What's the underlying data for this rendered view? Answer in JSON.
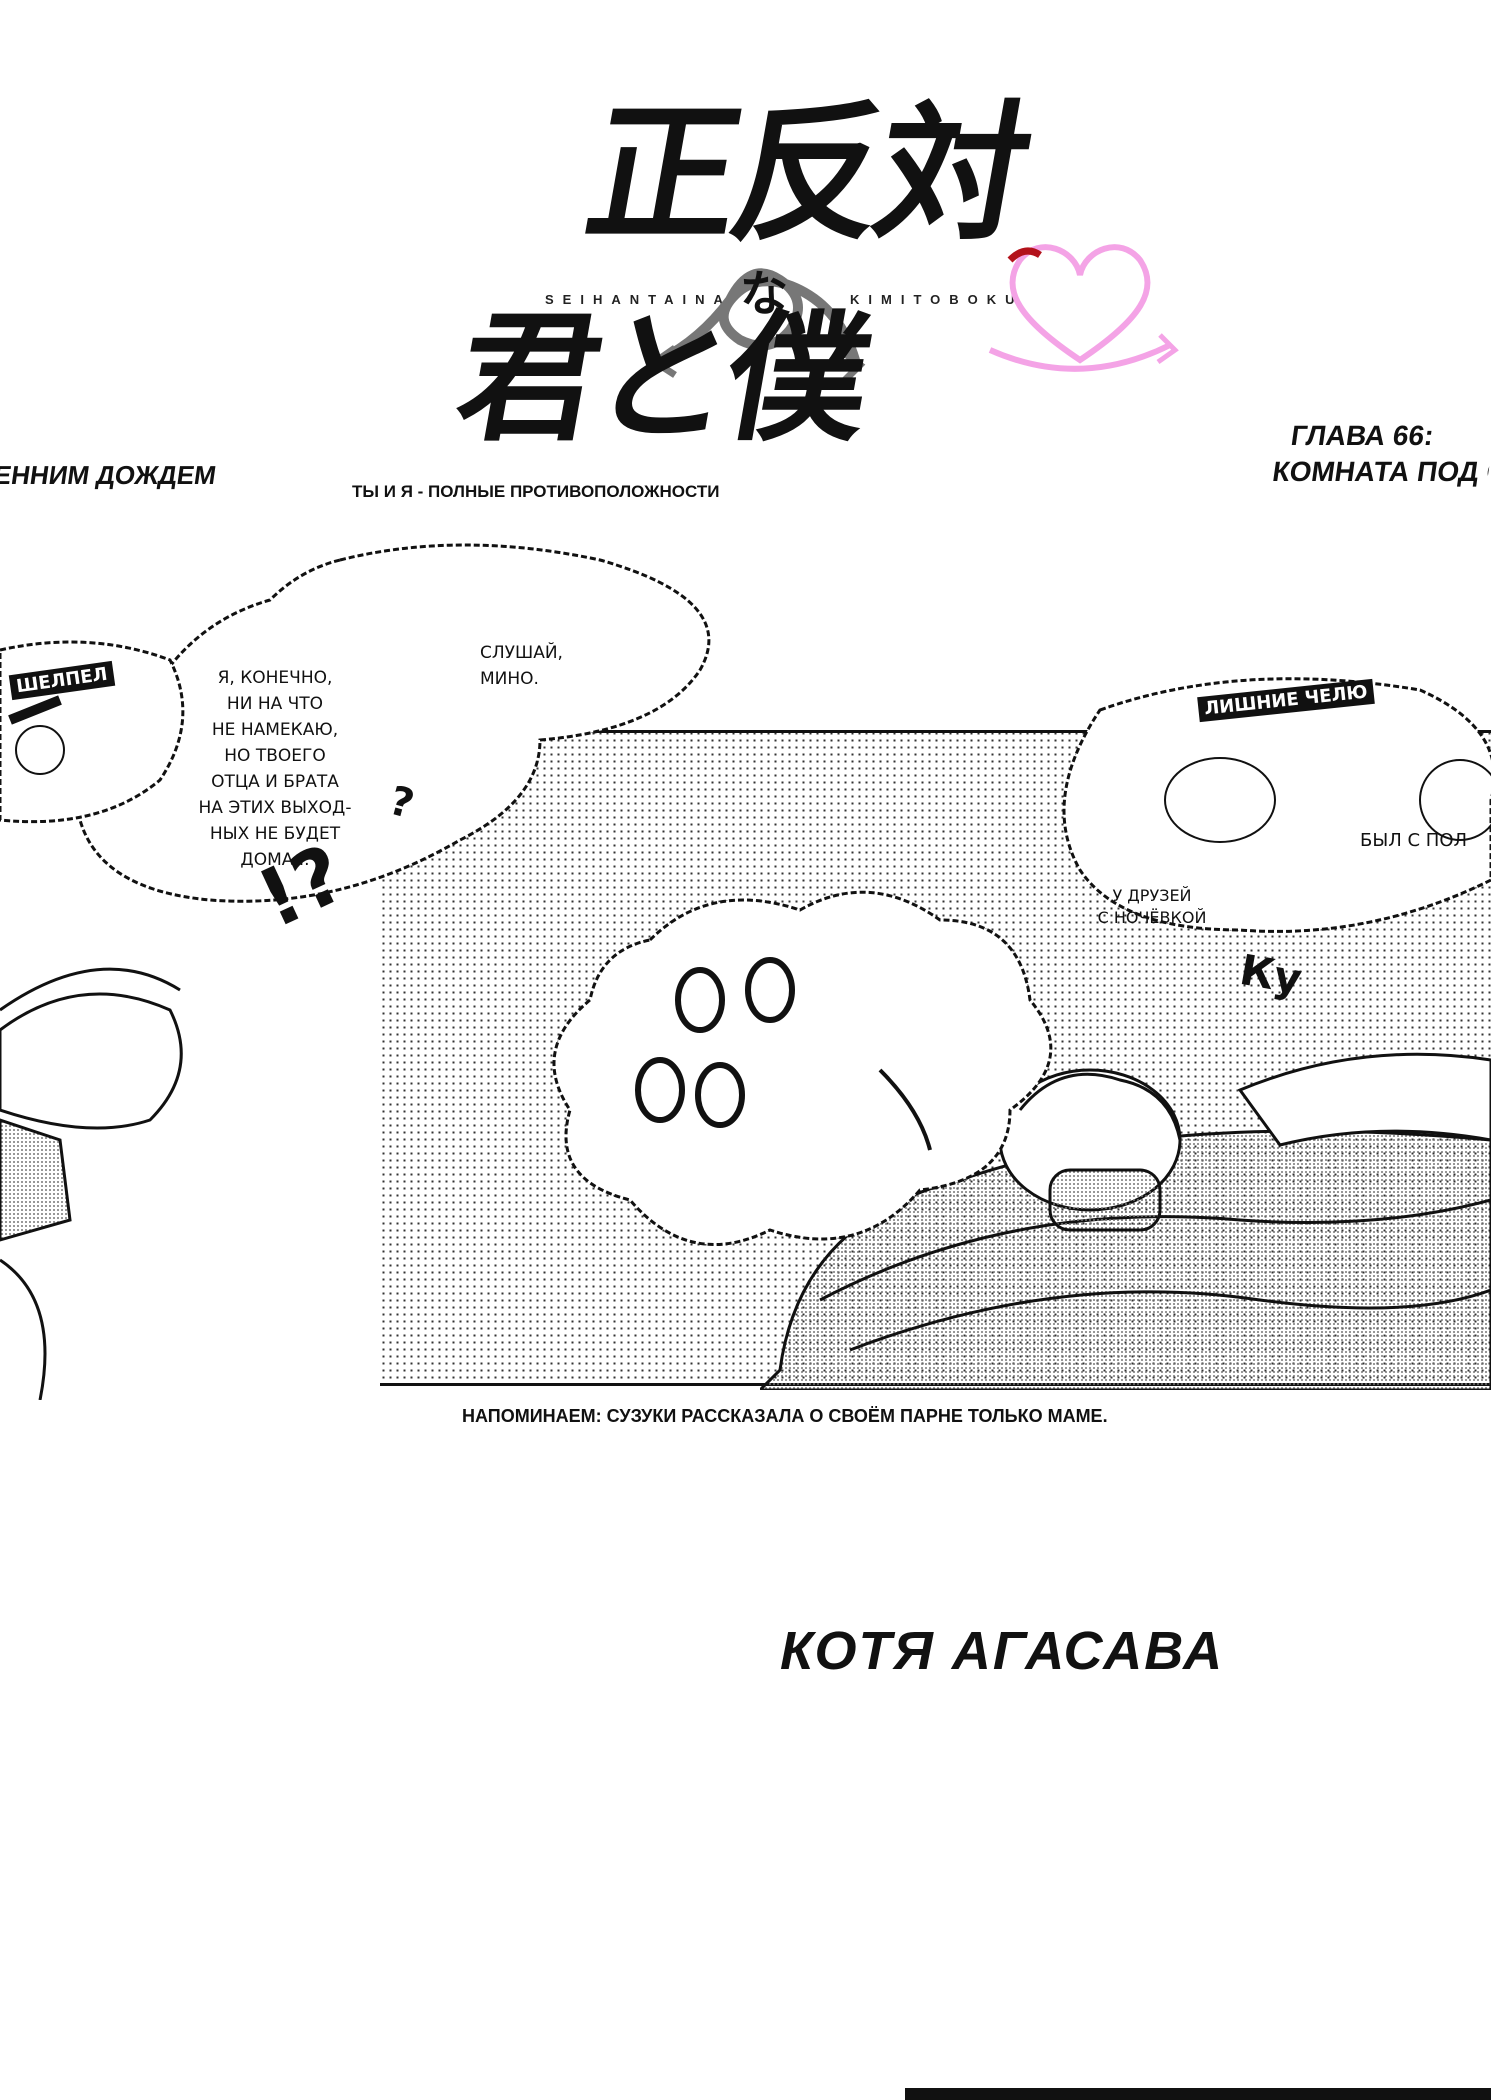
{
  "logo": {
    "top_kanji": "正反対",
    "bottom_kanji": "君と僕",
    "middle_kanji": "な",
    "latin_left": "SEIHANTAINA",
    "latin_right": "KIMITOBOKU"
  },
  "chapter": {
    "line1": "ГЛАВА 66:",
    "line2": "КОМНАТА ПОД ОС"
  },
  "subtitle_left": "ЕННИМ ДОЖДЕМ",
  "tagline": "ТЫ И Я - ПОЛНЫЕ ПРОТИВОПОЛОЖНОСТИ",
  "panel": {
    "left_label": "ШЕЛПЕЛ",
    "bubble_main": "Я, КОНЕЧНО,\nНИ НА ЧТО\nНЕ НАМЕКАЮ,\nНО ТВОЕГО\nОТЦА И БРАТА\nНА ЭТИХ ВЫХОД-\nНЫХ НЕ БУДЕТ\nДОМА...",
    "bubble_side": "СЛУШАЙ,\nМИНО.",
    "right_label": "ЛИШНИЕ ЧЕЛЮ",
    "right_sub": "У ДРУЗЕЙ\nС НОЧЁВКОЙ",
    "right_side": "БЫЛ С ПОЛ",
    "sfx_1": "!?",
    "sfx_2": "Ку",
    "sfx_3": "?"
  },
  "caption": "НАПОМИНАЕМ: СУЗУКИ РАССКАЗАЛА О СВОЁМ ПАРНЕ ТОЛЬКО МАМЕ.",
  "author": "КОТЯ АГАСАВА",
  "colors": {
    "ink": "#111111",
    "heart_pink": "#f4a3e6",
    "heart_red": "#b3121b"
  }
}
